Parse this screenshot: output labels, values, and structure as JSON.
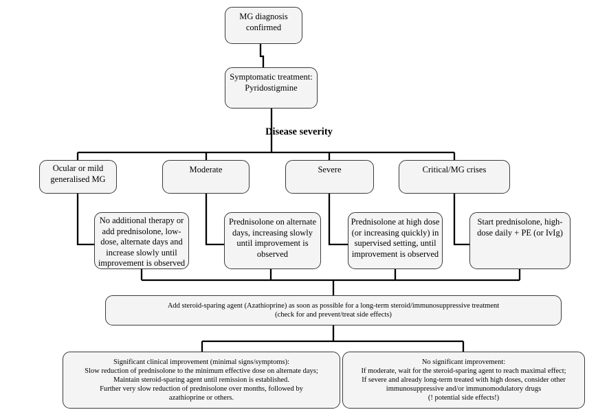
{
  "diagnosis": "MG diagnosis\nconfirmed",
  "symptomatic": "Symptomatic treatment:\nPyridostigmine",
  "severity_heading": "Disease severity",
  "categories": [
    {
      "label": "Ocular or mild\ngeneralised MG",
      "therapy": "No additional therapy or\nadd prednisolone, low-\ndose, alternate days and\nincrease slowly until\nimprovement is observed"
    },
    {
      "label": "Moderate",
      "therapy": "Prednisolone on alternate\ndays, increasing slowly\nuntil improvement is\nobserved"
    },
    {
      "label": "Severe",
      "therapy": "Prednisolone at high dose\n(or increasing quickly) in\nsupervised setting, until\nimprovement is observed"
    },
    {
      "label": "Critical/MG crises",
      "therapy": "Start prednisolone, high-\ndose daily + PE (or IvIg)"
    }
  ],
  "steroid_sparing": "Add steroid-sparing agent (Azathioprine) as soon as possible for a long-term steroid/immunosuppressive treatment\n(check for and prevent/treat side effects)",
  "outcomes": {
    "improvement": "Significant clinical improvement (minimal signs/symptoms):\nSlow reduction of prednisolone to the minimum effective dose on alternate days;\nMaintain steroid-sparing agent until remission is established.\nFurther very slow reduction of prednisolone over months, followed by\nazathioprine or others.",
    "no_improvement": "No significant improvement:\nIf moderate, wait for the steroid-sparing agent to reach maximal effect;\nIf severe and already long-term treated with high doses, consider other\nimmunosuppressive and/or immunomodulatory drugs\n(! potential side effects!)"
  }
}
